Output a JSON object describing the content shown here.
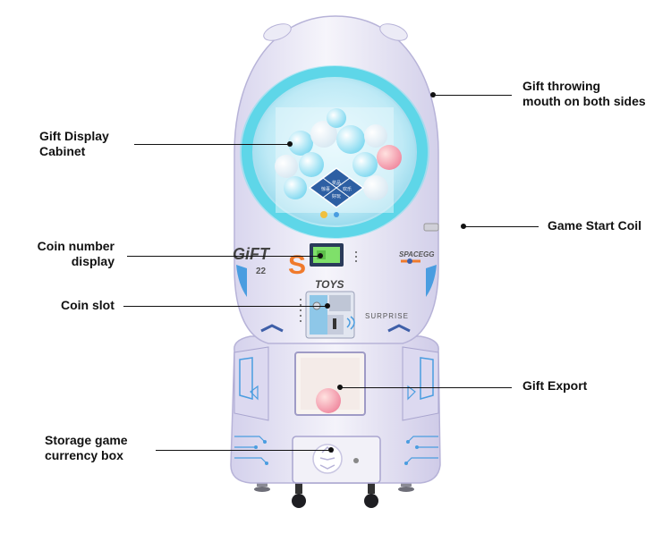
{
  "labels": {
    "gift_throwing": [
      "Gift throwing",
      "mouth on both sides"
    ],
    "gift_display": [
      "Gift Display",
      "Cabinet"
    ],
    "game_start": [
      "Game Start Coil"
    ],
    "coin_number": [
      "Coin number",
      "display"
    ],
    "coin_slot": [
      "Coin slot"
    ],
    "gift_export": [
      "Gift Export"
    ],
    "storage_box": [
      "Storage game",
      "currency box"
    ]
  },
  "machine": {
    "brand_gift": "GiFT",
    "brand_number": "22",
    "brand_s": "S",
    "brand_toys": "TOYS",
    "side_text": "SPACEGG",
    "surprise_text": "SURPRISE",
    "panel_glyphs": [
      "奖品",
      "惊喜",
      "欢乐",
      "好玩"
    ]
  },
  "colors": {
    "body": "#eceaf6",
    "body_shadow": "#c9c6e2",
    "ring": "#5ed6e8",
    "accent_blue": "#4a9de0",
    "orange": "#f07a2c",
    "lcd": "#7fe06a",
    "line": "#111111"
  }
}
